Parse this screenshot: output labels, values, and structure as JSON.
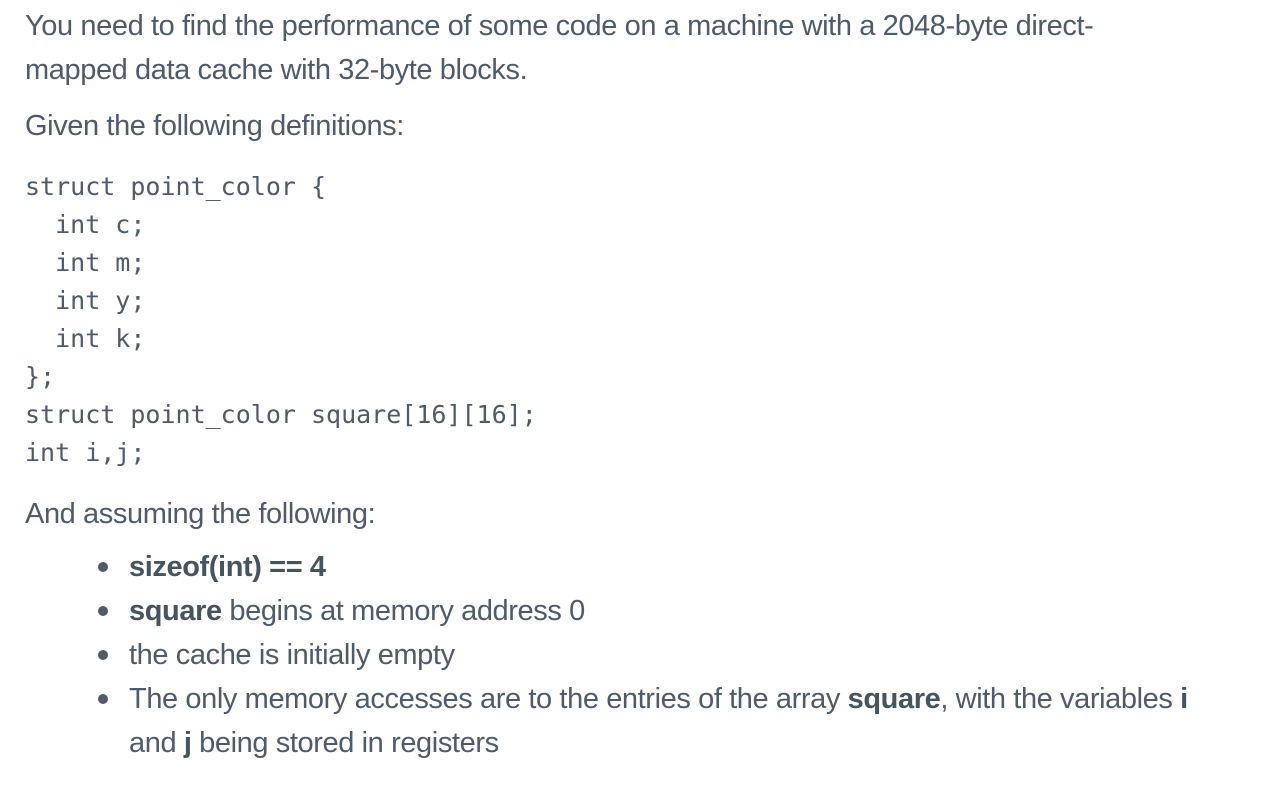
{
  "colors": {
    "text": "#4e5b6a",
    "background": "#ffffff"
  },
  "question": {
    "intro": "You need to find the performance of some code on a machine with a 2048-byte direct-mapped data cache with 32-byte blocks.",
    "given_label": "Given the following definitions:",
    "code_lines": [
      "struct point_color {",
      "  int c;",
      "  int m;",
      "  int y;",
      "  int k;",
      "};",
      "struct point_color square[16][16];",
      "int i,j;"
    ],
    "assuming_label": "And assuming the following:",
    "assumptions": [
      {
        "segments": [
          {
            "text": "sizeof(int) == 4",
            "bold": true
          }
        ]
      },
      {
        "segments": [
          {
            "text": "square",
            "bold": true
          },
          {
            "text": " begins at memory address 0",
            "bold": false
          }
        ]
      },
      {
        "segments": [
          {
            "text": "the cache is initially empty",
            "bold": false
          }
        ]
      },
      {
        "segments": [
          {
            "text": "The only memory accesses are to the entries of the array ",
            "bold": false
          },
          {
            "text": "square",
            "bold": true
          },
          {
            "text": ", with the variables ",
            "bold": false
          },
          {
            "text": "i",
            "bold": true
          },
          {
            "text": " and ",
            "bold": false
          },
          {
            "text": "j",
            "bold": true
          },
          {
            "text": " being stored in registers",
            "bold": false
          }
        ]
      }
    ]
  }
}
